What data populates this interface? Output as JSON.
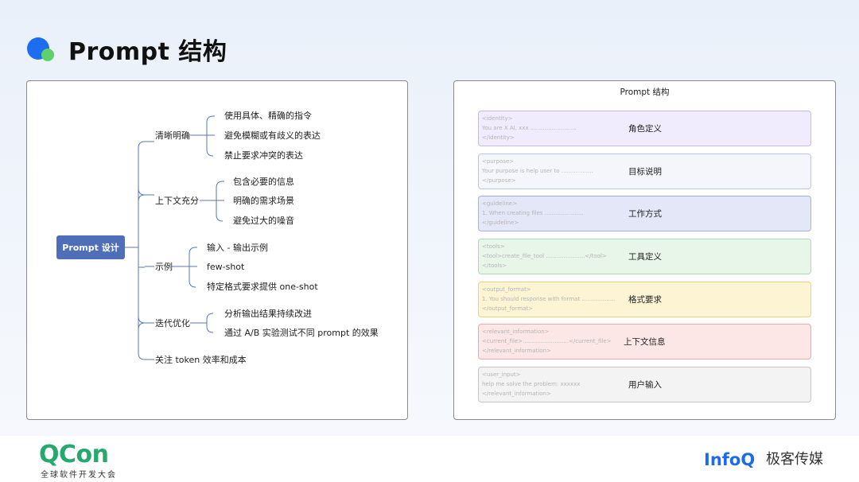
{
  "slide": {
    "title": "Prompt 结构"
  },
  "mindmap": {
    "root": "Prompt 设计",
    "branches": [
      {
        "label": "清晰明确",
        "children": [
          "使用具体、精确的指令",
          "避免模糊或有歧义的表达",
          "禁止要求冲突的表达"
        ]
      },
      {
        "label": "上下文充分",
        "children": [
          "包含必要的信息",
          "明确的需求场景",
          "避免过大的噪音"
        ]
      },
      {
        "label": "示例",
        "children": [
          "输入 - 输出示例",
          "few-shot",
          "特定格式要求提供 one-shot"
        ]
      },
      {
        "label": "迭代优化",
        "children": [
          "分析输出结果持续改进",
          "通过 A/B 实验测试不同 prompt 的效果"
        ]
      },
      {
        "label": "关注 token 效率和成本",
        "children": []
      }
    ]
  },
  "prompt_structure": {
    "title": "Prompt 结构",
    "sections": [
      {
        "label": "角色定义",
        "lines": [
          "<identity>",
          "You are X AI, xxx ..........................",
          "</identity>"
        ],
        "bg": "#f1ebfe",
        "border": "#c9b6f2"
      },
      {
        "label": "目标说明",
        "lines": [
          "<purpose>",
          "Your purpose is help user to ..................",
          "</purpose>"
        ],
        "bg": "#f4f6fc",
        "border": "#b9c7e6"
      },
      {
        "label": "工作方式",
        "lines": [
          "<guideline>",
          "1. When creating files ......................",
          "</guideline>"
        ],
        "bg": "#e3e7f7",
        "border": "#a3b1df"
      },
      {
        "label": "工具定义",
        "lines": [
          "<tools>",
          "<tool>create_file_tool ......................</tool>",
          "</tools>"
        ],
        "bg": "#e7f6e9",
        "border": "#a9dcb2"
      },
      {
        "label": "格式要求",
        "lines": [
          "<output_format>",
          "1. You should response with format ...................",
          "</output_format>"
        ],
        "bg": "#fdf4d3",
        "border": "#ecd27e"
      },
      {
        "label": "上下文信息",
        "lines": [
          "<relevant_information>",
          "<current_file>..........................</current_file>",
          "</relevant_information>"
        ],
        "bg": "#fde6e6",
        "border": "#eeaaaa"
      },
      {
        "label": "用户输入",
        "lines": [
          "<user_input>",
          "help me solve the problem: xxxxxx",
          "</relevant_information>"
        ],
        "bg": "#f3f3f3",
        "border": "#c6c6c6"
      }
    ]
  },
  "footer": {
    "qcon": "QCon",
    "qcon_sub": "全球软件开发大会",
    "infoq": "InfoQ",
    "infoq_cn": "极客传媒"
  },
  "colors": {
    "accent_blue": "#1d6df0",
    "accent_green": "#5ed16d",
    "root_node": "#4e6eb8",
    "connector": "#5b74b3"
  }
}
